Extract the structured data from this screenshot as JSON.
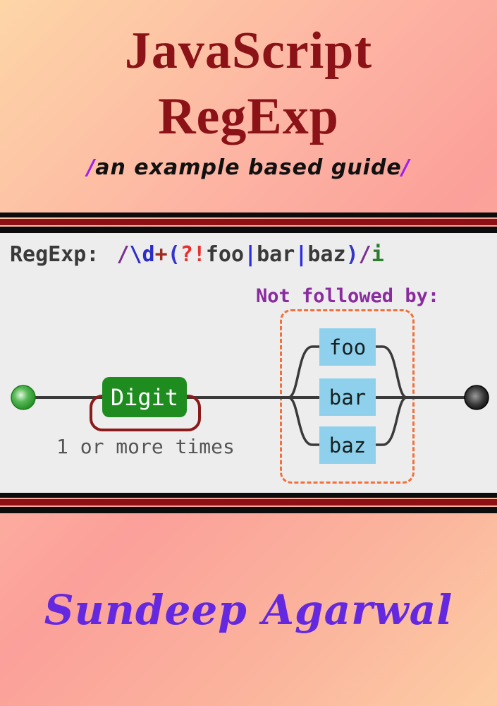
{
  "cover": {
    "title_line1": "JavaScript",
    "title_line2": "RegExp",
    "subtitle": {
      "open_slash": "/",
      "text": "an example based guide",
      "close_slash": "/"
    },
    "author": "Sundeep Agarwal"
  },
  "colors": {
    "title": "#8b1216",
    "subtitle_slash": "#a020f0",
    "author_purple": "#6428e0",
    "stripe_black": "#0c0c0c",
    "stripe_dark_red": "#8e1014",
    "panel_bg": "#ededed",
    "digit_box_green": "#1f8c1f",
    "loop_dark_red": "#8b1a1a",
    "alt_box_blue": "#8fd1ec",
    "dashed_border_orange": "#f3703a",
    "label_purple": "#8a2ba0",
    "line_gray": "#3a3a3a",
    "start_node_green": "#3fa83f",
    "end_node_black": "#111111"
  },
  "diagram": {
    "regex_label": "RegExp:",
    "regex_tokens": [
      {
        "text": "/",
        "color": "#7a2e8e"
      },
      {
        "text": "\\d",
        "color": "#2c2cc8"
      },
      {
        "text": "+",
        "color": "#9e2b20"
      },
      {
        "text": "(",
        "color": "#3535cc"
      },
      {
        "text": "?!",
        "color": "#e8312f"
      },
      {
        "text": "foo",
        "color": "#3a3a3a"
      },
      {
        "text": "|",
        "color": "#2b2be8"
      },
      {
        "text": "bar",
        "color": "#3a3a3a"
      },
      {
        "text": "|",
        "color": "#2b2be8"
      },
      {
        "text": "baz",
        "color": "#3a3a3a"
      },
      {
        "text": ")",
        "color": "#3535cc"
      },
      {
        "text": "/",
        "color": "#7a2e8e"
      },
      {
        "text": "i",
        "color": "#2e7d2e"
      }
    ],
    "not_followed_by": "Not followed by:",
    "digit_label": "Digit",
    "repeat_label": "1 or more times",
    "alternatives": [
      "foo",
      "bar",
      "baz"
    ]
  }
}
